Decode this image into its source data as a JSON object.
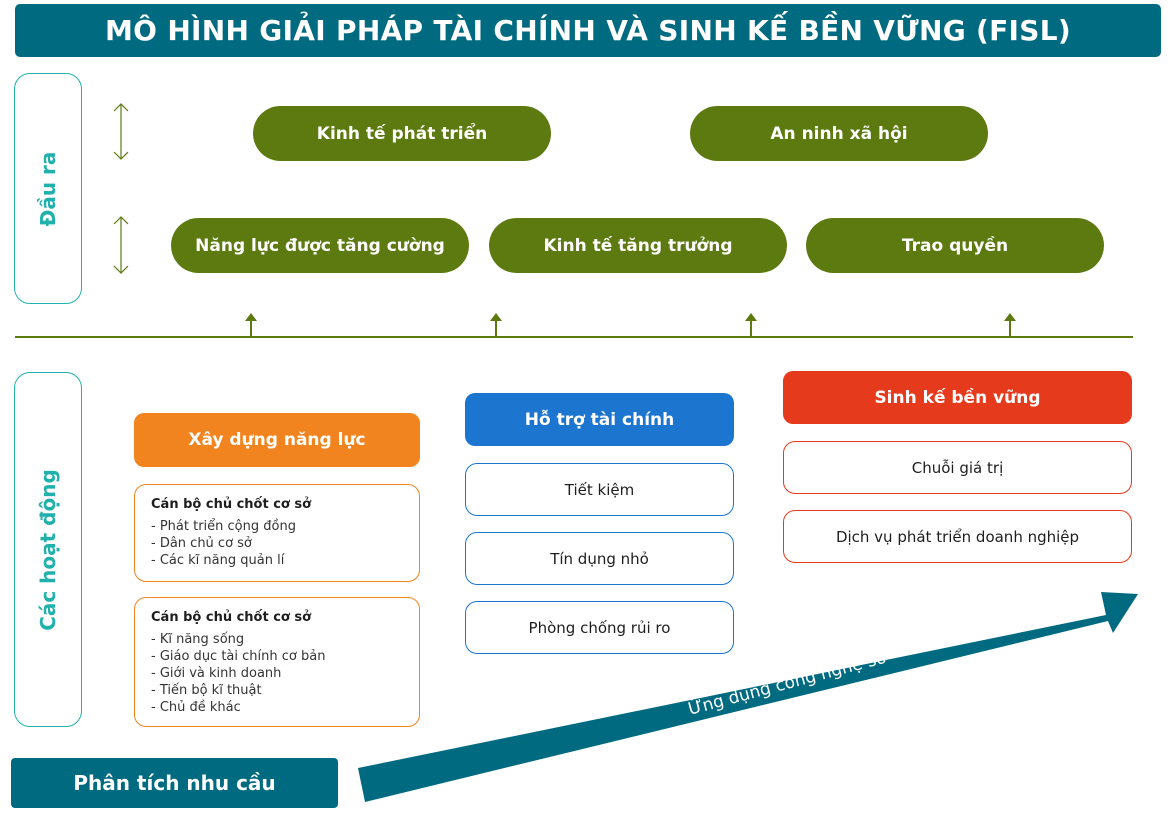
{
  "title": "MÔ HÌNH GIẢI PHÁP TÀI CHÍNH VÀ SINH KẾ BỀN VỮNG (FISL)",
  "outputs": {
    "label": "Đầu ra",
    "top_row": [
      "Kinh tế phát triển",
      "An ninh xã hội"
    ],
    "bottom_row": [
      "Năng lực được tăng cường",
      "Kinh tế tăng trưởng",
      "Trao quyền"
    ]
  },
  "activities": {
    "label": "Các hoạt động",
    "capacity": {
      "header": "Xây dựng năng lực",
      "groups": [
        {
          "title": "Cán bộ chủ chốt cơ sở",
          "items": [
            "-  Phát triển cộng đồng",
            "-  Dân chủ cơ sở",
            "-  Các kĩ năng quản lí"
          ]
        },
        {
          "title": "Cán bộ chủ chốt cơ sở",
          "items": [
            "-  Kĩ năng sống",
            "-  Giáo dục tài chính cơ bản",
            "-  Giới và kinh doanh",
            "-  Tiến bộ kĩ thuật",
            "-  Chủ đề khác"
          ]
        }
      ]
    },
    "finance": {
      "header": "Hỗ trợ tài chính",
      "items": [
        "Tiết kiệm",
        "Tín dụng nhỏ",
        "Phòng chống rủi ro"
      ]
    },
    "livelihood": {
      "header": "Sinh kế bền vững",
      "items": [
        "Chuỗi giá trị",
        "Dịch vụ phát triển doanh nghiệp"
      ]
    }
  },
  "needs_analysis": "Phân tích nhu cầu",
  "digital_arrow": "Ứng dụng công nghệ số",
  "colors": {
    "teal_dark": "#006a80",
    "teal_light": "#21b1ad",
    "olive": "#5c7a10",
    "orange": "#f1841f",
    "blue": "#1c75cf",
    "red": "#e53a1c"
  }
}
